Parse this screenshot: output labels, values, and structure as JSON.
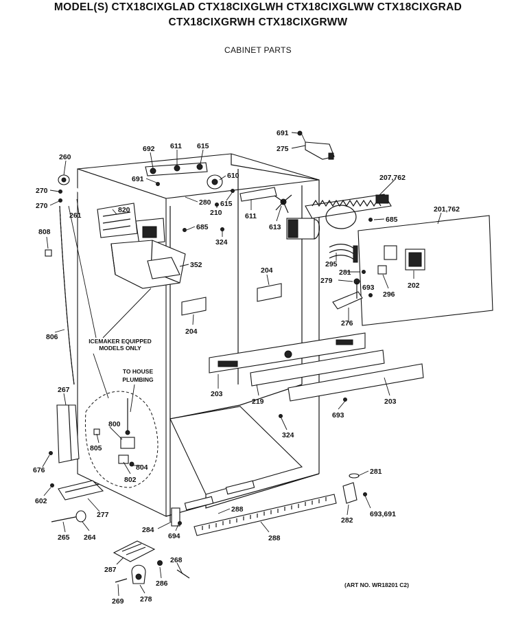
{
  "header": {
    "title_line1": "MODEL(S) CTX18CIXGLAD  CTX18CIXGLWH  CTX18CIXGLWW  CTX18CIXGRAD",
    "title_line2": "CTX18CIXGRWH  CTX18CIXGRWW",
    "subtitle": "CABINET PARTS"
  },
  "notes": {
    "icemaker_line1": "ICEMAKER EQUIPPED",
    "icemaker_line2": "MODELS ONLY",
    "plumbing_line1": "TO HOUSE",
    "plumbing_line2": "PLUMBING",
    "art_no": "(ART NO. WR18201 C2)"
  },
  "part_labels": {
    "p691_top": "691",
    "p275": "275",
    "p692": "692",
    "p611_top": "611",
    "p615_top": "615",
    "p260": "260",
    "p691_mid": "691",
    "p610": "610",
    "p207_762": "207,762",
    "p201_762": "201,762",
    "p270_a": "270",
    "p270_b": "270",
    "p261": "261",
    "p820": "820",
    "p280": "280",
    "p615_mid": "615",
    "p210": "210",
    "p611_mid": "611",
    "p613": "613",
    "p685_a": "685",
    "p685_b": "685",
    "p808": "808",
    "p324_a": "324",
    "p352": "352",
    "p295": "295",
    "p281_a": "281",
    "p279": "279",
    "p693_a": "693",
    "p296": "296",
    "p202": "202",
    "p204_a": "204",
    "p204_b": "204",
    "p276": "276",
    "p806": "806",
    "p203_a": "203",
    "p219": "219",
    "p203_b": "203",
    "p693_b": "693",
    "p267": "267",
    "p800": "800",
    "p805": "805",
    "p804": "804",
    "p802": "802",
    "p324_b": "324",
    "p676": "676",
    "p281_b": "281",
    "p602": "602",
    "p277": "277",
    "p288_a": "288",
    "p282": "282",
    "p693_691": "693,691",
    "p265": "265",
    "p264": "264",
    "p284": "284",
    "p694": "694",
    "p288_b": "288",
    "p287": "287",
    "p268": "268",
    "p286": "286",
    "p269": "269",
    "p278": "278"
  }
}
